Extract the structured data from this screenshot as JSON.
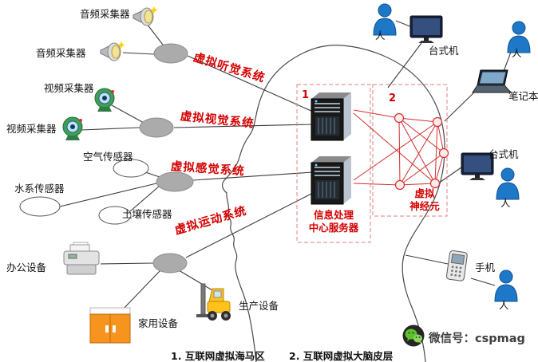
{
  "systems": {
    "auditory": "虚拟听觉系统",
    "visual": "虚拟视觉系统",
    "sensory": "虚拟感觉系统",
    "motion": "虚拟运动系统"
  },
  "left": {
    "audio_collector": "音频采集器",
    "video_collector": "视频采集器",
    "air_sensor": "空气传感器",
    "water_sensor": "水系传感器",
    "soil_sensor": "土壤传感器",
    "office_equipment": "办公设备",
    "home_equipment": "家用设备",
    "production_equipment": "生产设备"
  },
  "center": {
    "marker_hippocampus": "1",
    "marker_cortex": "2",
    "server_label_line1": "信息处理",
    "server_label_line2": "中心服务器",
    "neuron_label_line1": "虚拟",
    "neuron_label_line2": "神经元"
  },
  "right": {
    "desktop": "台式机",
    "laptop": "笔记本",
    "phone": "手机",
    "person": "人"
  },
  "captions": {
    "hippocampus": "1. 互联网虚拟海马区",
    "cortex": "2. 互联网虚拟大脑皮层"
  },
  "watermark": {
    "wechat_label": "微信号：cspmag"
  },
  "icons": {
    "audio": "speaker-icon",
    "video": "webcam-icon",
    "office": "printer-icon",
    "home": "cabinet-icon",
    "production": "forklift-icon",
    "server": "server-tower-icon",
    "person": "person-icon",
    "desktop": "monitor-icon",
    "laptop": "laptop-icon",
    "phone": "mobile-phone-icon",
    "watermark": "wechat-icon",
    "hub": "hub-ellipse",
    "sensor": "sensor-ellipse",
    "head": "human-head-profile"
  },
  "colors": {
    "system_red": "#d40000",
    "dashed_box_red": "#e08080",
    "line_black": "#3c3c3c",
    "hub_gray": "#ababab",
    "person_blue": "#1e78c8",
    "cabinet_orange": "#f7941d",
    "forklift_yellow": "#ffc21a",
    "wechat_green": "#5ec12d"
  }
}
